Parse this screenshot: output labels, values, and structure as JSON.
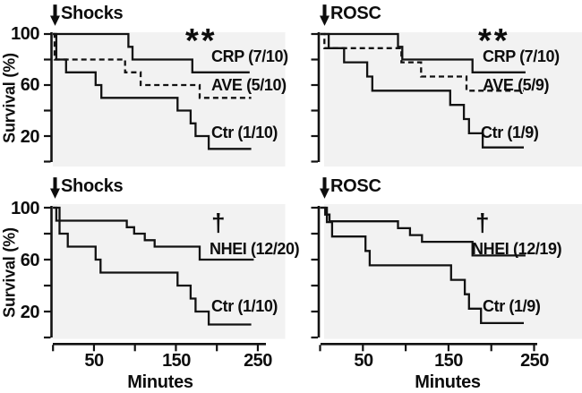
{
  "figure": {
    "y_axis_title": "Survival (%)",
    "x_axis_title": "Minutes",
    "y_tick_labels": [
      "100",
      "60",
      "20"
    ],
    "x_tick_labels": [
      "50",
      "150",
      "250"
    ],
    "colors": {
      "line": "#121212",
      "panel_bg": "#f2f2f2",
      "text": "#0d0d0d",
      "page_bg": "#ffffff"
    }
  },
  "chart_data": [
    {
      "type": "survival-step",
      "title": "Shocks",
      "significance": "**",
      "xlabel": "Minutes",
      "ylabel": "Survival (%)",
      "xlim": [
        0,
        260
      ],
      "ylim": [
        0,
        100
      ],
      "x_ticks": [
        0,
        50,
        100,
        150,
        200,
        250
      ],
      "y_ticks": [
        100,
        80,
        60,
        40,
        20
      ],
      "legend_position": "inline-right",
      "grid": false,
      "series": [
        {
          "name": "CRP",
          "label": "CRP (7/10)",
          "line_style": "solid",
          "points": [
            [
              0,
              100
            ],
            [
              92,
              100
            ],
            [
              92,
              90
            ],
            [
              97,
              90
            ],
            [
              97,
              80
            ],
            [
              170,
              80
            ],
            [
              170,
              70
            ],
            [
              240,
              70
            ]
          ]
        },
        {
          "name": "AVE",
          "label": "AVE (5/10)",
          "line_style": "dashed",
          "points": [
            [
              0,
              100
            ],
            [
              2,
              100
            ],
            [
              2,
              80
            ],
            [
              88,
              80
            ],
            [
              88,
              70
            ],
            [
              107,
              70
            ],
            [
              107,
              60
            ],
            [
              179,
              60
            ],
            [
              179,
              50
            ],
            [
              242,
              50
            ]
          ]
        },
        {
          "name": "Ctr",
          "label": "Ctr (1/10)",
          "line_style": "solid",
          "points": [
            [
              0,
              100
            ],
            [
              4,
              100
            ],
            [
              4,
              80
            ],
            [
              16,
              80
            ],
            [
              16,
              70
            ],
            [
              52,
              70
            ],
            [
              52,
              60
            ],
            [
              59,
              60
            ],
            [
              59,
              50
            ],
            [
              152,
              50
            ],
            [
              152,
              40
            ],
            [
              168,
              40
            ],
            [
              168,
              30
            ],
            [
              174,
              30
            ],
            [
              174,
              20
            ],
            [
              190,
              20
            ],
            [
              190,
              10
            ],
            [
              242,
              10
            ]
          ]
        }
      ]
    },
    {
      "type": "survival-step",
      "title": "ROSC",
      "significance": "**",
      "xlabel": "Minutes",
      "ylabel": "Survival (%)",
      "xlim": [
        0,
        260
      ],
      "ylim": [
        0,
        100
      ],
      "x_ticks": [
        0,
        50,
        100,
        150,
        200,
        250
      ],
      "y_ticks": [
        100,
        80,
        60,
        40,
        20
      ],
      "legend_position": "inline-right",
      "grid": false,
      "series": [
        {
          "name": "CRP",
          "label": "CRP (7/10)",
          "line_style": "solid",
          "points": [
            [
              0,
              100
            ],
            [
              91,
              100
            ],
            [
              91,
              90
            ],
            [
              96,
              90
            ],
            [
              96,
              80
            ],
            [
              178,
              80
            ],
            [
              178,
              70
            ],
            [
              240,
              70
            ]
          ]
        },
        {
          "name": "AVE",
          "label": "AVE (5/9)",
          "line_style": "dashed",
          "points": [
            [
              0,
              100
            ],
            [
              5,
              100
            ],
            [
              5,
              88.9
            ],
            [
              95,
              88.9
            ],
            [
              95,
              77.8
            ],
            [
              118,
              77.8
            ],
            [
              118,
              66.7
            ],
            [
              171,
              66.7
            ],
            [
              171,
              55.6
            ],
            [
              238,
              55.6
            ]
          ]
        },
        {
          "name": "Ctr",
          "label": "Ctr (1/9)",
          "line_style": "solid",
          "points": [
            [
              0,
              100
            ],
            [
              10,
              100
            ],
            [
              10,
              88.9
            ],
            [
              28,
              88.9
            ],
            [
              28,
              77.8
            ],
            [
              55,
              77.8
            ],
            [
              55,
              66.7
            ],
            [
              61,
              66.7
            ],
            [
              61,
              55.6
            ],
            [
              152,
              55.6
            ],
            [
              152,
              44.4
            ],
            [
              168,
              44.4
            ],
            [
              168,
              33.3
            ],
            [
              174,
              33.3
            ],
            [
              174,
              22.2
            ],
            [
              190,
              22.2
            ],
            [
              190,
              11.1
            ],
            [
              238,
              11.1
            ]
          ]
        }
      ]
    },
    {
      "type": "survival-step",
      "title": "Shocks",
      "significance": "†",
      "xlabel": "Minutes",
      "ylabel": "Survival (%)",
      "xlim": [
        0,
        260
      ],
      "ylim": [
        0,
        100
      ],
      "x_ticks": [
        0,
        50,
        100,
        150,
        200,
        250
      ],
      "y_ticks": [
        100,
        80,
        60,
        40,
        20
      ],
      "legend_position": "inline-right",
      "grid": false,
      "series": [
        {
          "name": "NHEI",
          "label": "NHEI (12/20)",
          "line_style": "solid",
          "points": [
            [
              0,
              100
            ],
            [
              4,
              100
            ],
            [
              4,
              90
            ],
            [
              90,
              90
            ],
            [
              90,
              85
            ],
            [
              99,
              85
            ],
            [
              99,
              80
            ],
            [
              112,
              80
            ],
            [
              112,
              75
            ],
            [
              124,
              75
            ],
            [
              124,
              70
            ],
            [
              179,
              70
            ],
            [
              179,
              60
            ],
            [
              245,
              60
            ]
          ]
        },
        {
          "name": "Ctr",
          "label": "Ctr (1/10)",
          "line_style": "solid",
          "points": [
            [
              0,
              100
            ],
            [
              8,
              100
            ],
            [
              8,
              80
            ],
            [
              18,
              80
            ],
            [
              18,
              70
            ],
            [
              52,
              70
            ],
            [
              52,
              60
            ],
            [
              58,
              60
            ],
            [
              58,
              50
            ],
            [
              152,
              50
            ],
            [
              152,
              40
            ],
            [
              168,
              40
            ],
            [
              168,
              30
            ],
            [
              174,
              30
            ],
            [
              174,
              20
            ],
            [
              190,
              20
            ],
            [
              190,
              10
            ],
            [
              242,
              10
            ]
          ]
        }
      ]
    },
    {
      "type": "survival-step",
      "title": "ROSC",
      "significance": "†",
      "xlabel": "Minutes",
      "ylabel": "Survival (%)",
      "xlim": [
        0,
        260
      ],
      "ylim": [
        0,
        100
      ],
      "x_ticks": [
        0,
        50,
        100,
        150,
        200,
        250
      ],
      "y_ticks": [
        100,
        80,
        60,
        40,
        20
      ],
      "legend_position": "inline-right",
      "grid": false,
      "series": [
        {
          "name": "NHEI",
          "label": "NHEI (12/19)",
          "line_style": "solid",
          "points": [
            [
              0,
              100
            ],
            [
              6,
              100
            ],
            [
              6,
              94.7
            ],
            [
              11,
              94.7
            ],
            [
              11,
              89.5
            ],
            [
              91,
              89.5
            ],
            [
              91,
              84.2
            ],
            [
              105,
              84.2
            ],
            [
              105,
              78.9
            ],
            [
              119,
              78.9
            ],
            [
              119,
              73.7
            ],
            [
              178,
              73.7
            ],
            [
              178,
              63.2
            ],
            [
              240,
              63.2
            ]
          ]
        },
        {
          "name": "Ctr",
          "label": "Ctr (1/9)",
          "line_style": "solid",
          "points": [
            [
              0,
              100
            ],
            [
              8,
              100
            ],
            [
              8,
              88.9
            ],
            [
              14,
              88.9
            ],
            [
              14,
              77.8
            ],
            [
              53,
              77.8
            ],
            [
              53,
              66.7
            ],
            [
              58,
              66.7
            ],
            [
              58,
              55.6
            ],
            [
              153,
              55.6
            ],
            [
              153,
              44.4
            ],
            [
              169,
              44.4
            ],
            [
              169,
              33.3
            ],
            [
              174,
              33.3
            ],
            [
              174,
              22.2
            ],
            [
              188,
              22.2
            ],
            [
              188,
              11.1
            ],
            [
              238,
              11.1
            ]
          ]
        }
      ]
    }
  ]
}
